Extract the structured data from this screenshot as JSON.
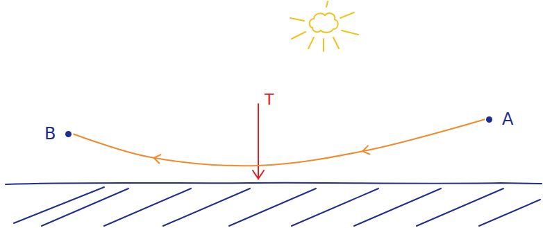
{
  "diagram": {
    "nodes": [
      {
        "text": [
          "B"
        ]
      },
      {
        "text": [
          "A"
        ]
      }
    ],
    "edges": [
      {
        "from": 1,
        "to": 0,
        "arrow": "to"
      }
    ],
    "labels": [
      "T"
    ]
  }
}
